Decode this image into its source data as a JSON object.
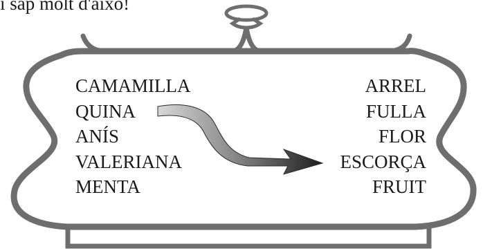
{
  "heading": "i sap molt d'aixo!",
  "jar": {
    "plants": [
      "CAMAMILLA",
      "QUINA",
      "ANÍS",
      "VALERIANA",
      "MENTA"
    ],
    "parts": [
      "ARREL",
      "FULLA",
      "FLOR",
      "ESCORÇA",
      "FRUIT"
    ]
  },
  "arrow": {
    "from_plant": "QUINA",
    "to_part": "ESCORÇA"
  },
  "colors": {
    "outline": "#6e6e6e",
    "text": "#1a1a1a",
    "arrow_dark": "#222222",
    "arrow_light": "#bdbdbd"
  }
}
